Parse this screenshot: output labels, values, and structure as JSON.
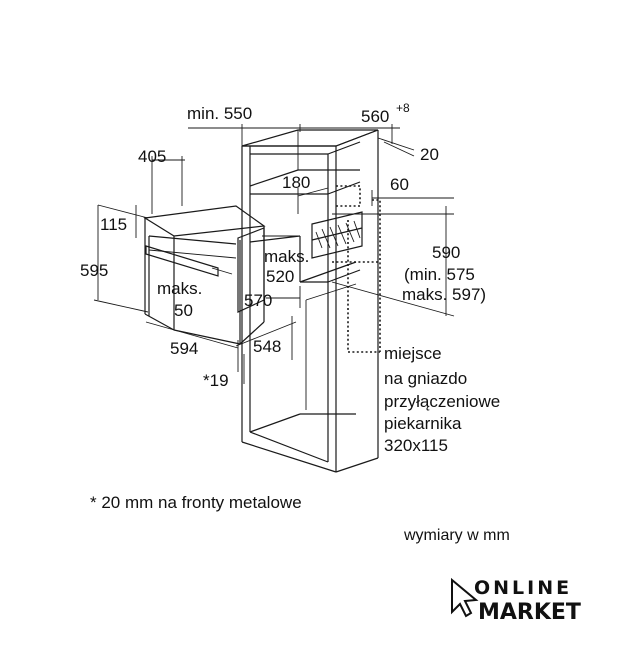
{
  "dimensions": {
    "min_550": "min. 550",
    "d560": "560",
    "d560_sup": "+8",
    "d20": "20",
    "d405": "405",
    "d180": "180",
    "d60": "60",
    "d115": "115",
    "d595": "595",
    "maks_520_a": "maks.",
    "maks_520_b": "520",
    "maks_50_a": "maks.",
    "maks_50_b": "50",
    "d570": "570",
    "d594": "594",
    "d548": "548",
    "d19": "*19",
    "d590_a": "590",
    "d590_b": "(min. 575",
    "d590_c": "maks. 597)"
  },
  "socket_note": [
    "miejsce",
    "na gniazdo",
    "przyłączeniowe",
    "piekarnika",
    "320x115"
  ],
  "footnote": "* 20 mm na fronty metalowe",
  "units_note": "wymiary w mm",
  "logo": {
    "line1": "ONLINE",
    "line2": "MARKET",
    "color": "#111111"
  }
}
